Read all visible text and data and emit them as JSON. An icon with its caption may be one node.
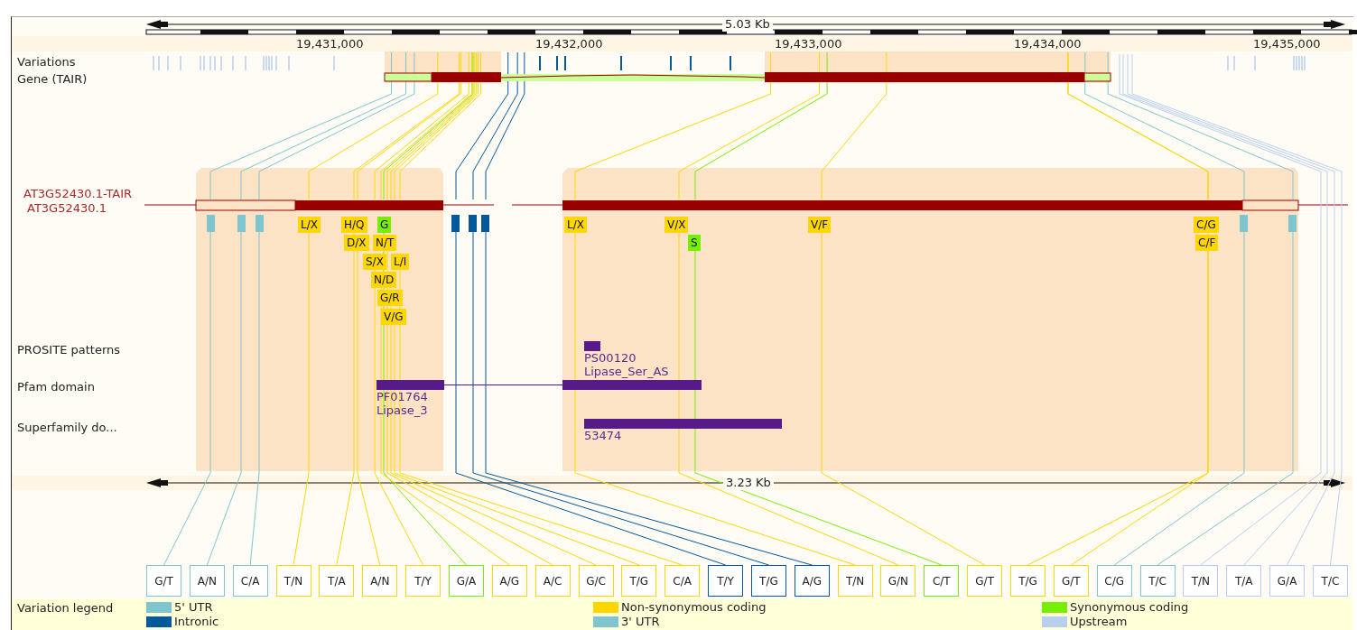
{
  "diagram": {
    "nodes": [
      {
        "text": [],
        "shape": "box"
      },
      {
        "text": [],
        "shape": "box"
      },
      {
        "text": [],
        "shape": "box"
      },
      {
        "text": [
          "L/X"
        ]
      },
      {
        "text": [
          "H/Q"
        ]
      },
      {
        "text": [
          "G"
        ]
      },
      {
        "text": [],
        "shape": "box"
      },
      {
        "text": [],
        "shape": "box"
      },
      {
        "text": [],
        "shape": "box"
      },
      {
        "text": [
          "L/X"
        ]
      },
      {
        "text": [
          "V/X"
        ]
      },
      {
        "text": [
          "V/F"
        ]
      },
      {
        "text": [
          "C/G"
        ]
      },
      {
        "text": [],
        "shape": "box"
      },
      {
        "text": [],
        "shape": "box"
      },
      {
        "text": [
          "D/X"
        ]
      },
      {
        "text": [
          "N/T"
        ]
      },
      {
        "text": [
          "S"
        ]
      },
      {
        "text": [
          "C/F"
        ]
      },
      {
        "text": [
          "S/X"
        ]
      },
      {
        "text": [
          "L/I"
        ]
      },
      {
        "text": [
          "N/D"
        ]
      },
      {
        "text": [
          "G/R"
        ]
      },
      {
        "text": [
          "V/G"
        ]
      },
      {
        "text": [
          "PS00120",
          "Lipase_Ser_AS"
        ]
      },
      {
        "text": [
          "PF01764",
          "Lipase_3"
        ]
      },
      {
        "text": [],
        "shape": "bar"
      },
      {
        "text": [
          "53474"
        ]
      },
      {
        "text": [
          "G/T"
        ]
      },
      {
        "text": [
          "A/N"
        ]
      },
      {
        "text": [
          "C/A"
        ]
      },
      {
        "text": [
          "T/N"
        ]
      },
      {
        "text": [
          "T/A"
        ]
      },
      {
        "text": [
          "A/N"
        ]
      },
      {
        "text": [
          "T/Y"
        ]
      },
      {
        "text": [
          "G/A"
        ]
      },
      {
        "text": [
          "A/G"
        ]
      },
      {
        "text": [
          "A/C"
        ]
      },
      {
        "text": [
          "G/C"
        ]
      },
      {
        "text": [
          "T/G"
        ]
      },
      {
        "text": [
          "C/A"
        ]
      },
      {
        "text": [
          "T/Y"
        ]
      },
      {
        "text": [
          "T/G"
        ]
      },
      {
        "text": [
          "A/G"
        ]
      },
      {
        "text": [
          "T/N"
        ]
      },
      {
        "text": [
          "G/N"
        ]
      },
      {
        "text": [
          "C/T"
        ]
      },
      {
        "text": [
          "G/T"
        ]
      },
      {
        "text": [
          "T/G"
        ]
      },
      {
        "text": [
          "G/T"
        ]
      },
      {
        "text": [
          "C/G"
        ]
      },
      {
        "text": [
          "T/C"
        ]
      },
      {
        "text": [
          "T/N"
        ]
      },
      {
        "text": [
          "T/A"
        ]
      },
      {
        "text": [
          "G/A"
        ]
      },
      {
        "text": [
          "T/C"
        ]
      }
    ],
    "edges": [
      {
        "from": 28,
        "to": 0,
        "arrow": "none",
        "color": "#7ec5cf"
      },
      {
        "from": 29,
        "to": 1,
        "arrow": "none",
        "color": "#7ec5cf"
      },
      {
        "from": 30,
        "to": 2,
        "arrow": "none",
        "color": "#7ec5cf"
      },
      {
        "from": 31,
        "to": 3,
        "arrow": "none"
      },
      {
        "from": 32,
        "to": 4,
        "arrow": "none"
      },
      {
        "from": 33,
        "to": 15,
        "arrow": "none"
      },
      {
        "from": 34,
        "to": 19,
        "arrow": "none"
      },
      {
        "from": 35,
        "to": 5,
        "arrow": "none",
        "color": "#76ee00"
      },
      {
        "from": 36,
        "to": 21,
        "arrow": "none"
      },
      {
        "from": 37,
        "to": 16,
        "arrow": "none"
      },
      {
        "from": 38,
        "to": 22,
        "arrow": "none"
      },
      {
        "from": 39,
        "to": 23,
        "arrow": "none"
      },
      {
        "from": 40,
        "to": 20,
        "arrow": "none"
      },
      {
        "from": 41,
        "to": 6,
        "arrow": "none",
        "color": "#02599c"
      },
      {
        "from": 42,
        "to": 7,
        "arrow": "none",
        "color": "#02599c"
      },
      {
        "from": 43,
        "to": 8,
        "arrow": "none",
        "color": "#02599c"
      },
      {
        "from": 44,
        "to": 9,
        "arrow": "none"
      },
      {
        "from": 45,
        "to": 10,
        "arrow": "none"
      },
      {
        "from": 46,
        "to": 17,
        "arrow": "none",
        "color": "#76ee00"
      },
      {
        "from": 47,
        "to": 11,
        "arrow": "none"
      },
      {
        "from": 48,
        "to": 12,
        "arrow": "none"
      },
      {
        "from": 49,
        "to": 18,
        "arrow": "none"
      },
      {
        "from": 50,
        "to": 13,
        "arrow": "none",
        "color": "#7ec5cf"
      },
      {
        "from": 51,
        "to": 14,
        "arrow": "none",
        "color": "#7ec5cf"
      },
      {
        "from": 52,
        "to": null,
        "arrow": "none",
        "color": "#b8cfef"
      },
      {
        "from": 53,
        "to": null,
        "arrow": "none",
        "color": "#b8cfef"
      },
      {
        "from": 54,
        "to": null,
        "arrow": "none",
        "color": "#b8cfef"
      },
      {
        "from": 55,
        "to": null,
        "arrow": "none",
        "color": "#b8cfef"
      },
      {
        "from": 25,
        "to": 26,
        "arrow": "none",
        "color": "#551a8b"
      }
    ],
    "labels": [
      "5.03 Kb",
      "19,431,000",
      "19,432,000",
      "19,433,000",
      "19,434,000",
      "19,435,000",
      "Variations",
      "Gene (TAIR)",
      "AT3G52430.1-TAIR",
      "AT3G52430.1",
      "PROSITE patterns",
      "Pfam domain",
      "Superfamily do...",
      "3.23 Kb",
      "Variation legend"
    ],
    "legend": [
      {
        "text": "5' UTR",
        "color": "#7ec5cf"
      },
      {
        "text": "Non-synonymous coding",
        "color": "#ffd700"
      },
      {
        "text": "Synonymous coding",
        "color": "#76ee00"
      },
      {
        "text": "Intronic",
        "color": "#02599c"
      },
      {
        "text": "3' UTR",
        "color": "#7ec5cf"
      },
      {
        "text": "Upstream",
        "color": "#b8cfef"
      }
    ]
  }
}
